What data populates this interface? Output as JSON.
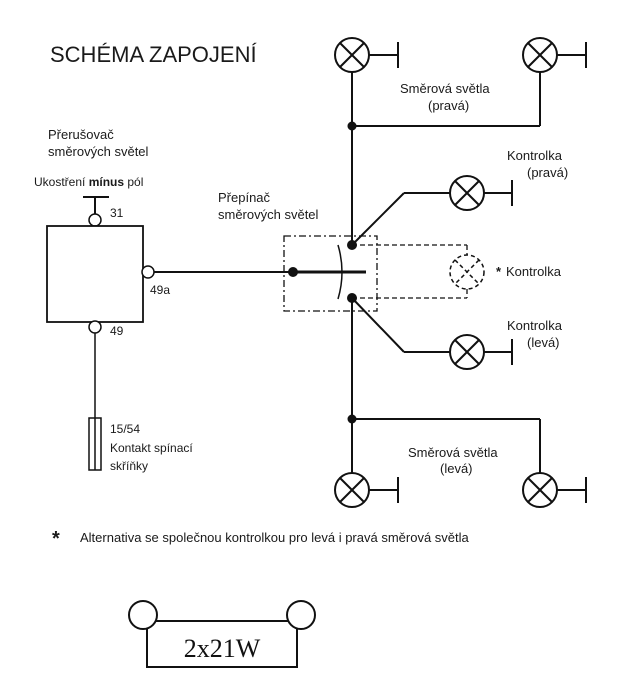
{
  "title": "SCHÉMA ZAPOJENÍ",
  "labels": {
    "interrupter_line1": "Přerušovač",
    "interrupter_line2": "směrových světel",
    "ground_pre": "Ukostření ",
    "ground_bold": "mínus",
    "ground_post": " pól",
    "switch_line1": "Přepínač",
    "switch_line2": "směrových světel",
    "turn_right_line1": "Směrová světla",
    "turn_right_line2": "(pravá)",
    "turn_left_line1": "Směrová světla",
    "turn_left_line2": "(levá)",
    "indicator_right_line1": "Kontrolka",
    "indicator_right_line2": "(pravá)",
    "indicator_center": "Kontrolka",
    "indicator_left_line1": "Kontrolka",
    "indicator_left_line2": "(levá)",
    "ignition_line1": "Kontakt spínací",
    "ignition_line2": "skříňky"
  },
  "terminals": {
    "t31": "31",
    "t49a": "49a",
    "t49": "49",
    "t1554": "15/54"
  },
  "footnote": {
    "star": "*",
    "text": "Alternativa se společnou kontrolkou pro levá i pravá směrová světla"
  },
  "bulb_label": "2x21W"
}
